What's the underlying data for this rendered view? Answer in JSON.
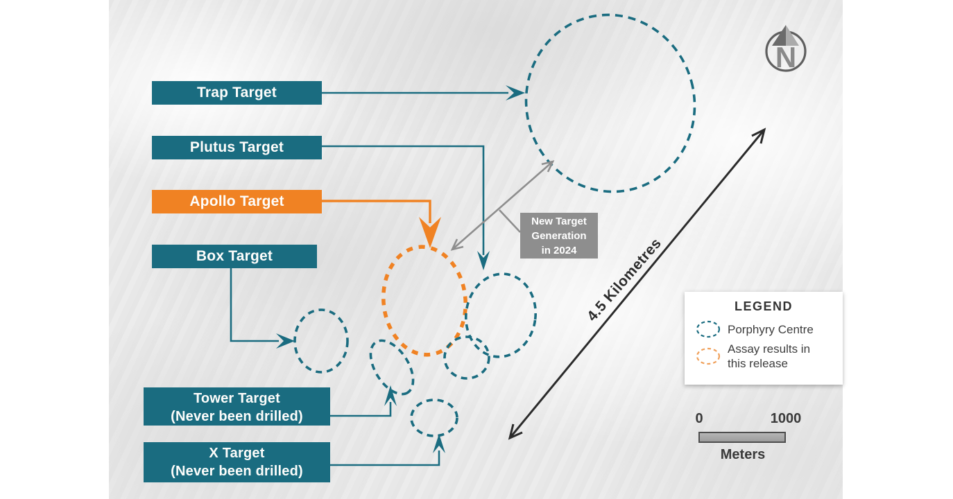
{
  "colors": {
    "teal": "#1a6c80",
    "orange": "#f08223",
    "gray": "#8e8e8e",
    "black": "#2b2b2b"
  },
  "labels": {
    "trap": {
      "text": "Trap Target"
    },
    "plutus": {
      "text": "Plutus Target"
    },
    "apollo": {
      "text": "Apollo Target"
    },
    "box": {
      "text": "Box Target"
    },
    "tower": {
      "line1": "Tower Target",
      "line2": "(Never been drilled)"
    },
    "x": {
      "line1": "X Target",
      "line2": "(Never been drilled)"
    }
  },
  "annotation": {
    "line1": "New Target",
    "line2": "Generation",
    "line3": "in 2024"
  },
  "distance_label": "4.5 Kilometres",
  "compass": {
    "letter": "N"
  },
  "legend": {
    "title": "LEGEND",
    "items": [
      {
        "label": "Porphyry Centre"
      },
      {
        "label_line1": "Assay results in",
        "label_line2": "this release"
      }
    ]
  },
  "scale_bar": {
    "start": "0",
    "end": "1000",
    "unit": "Meters"
  }
}
